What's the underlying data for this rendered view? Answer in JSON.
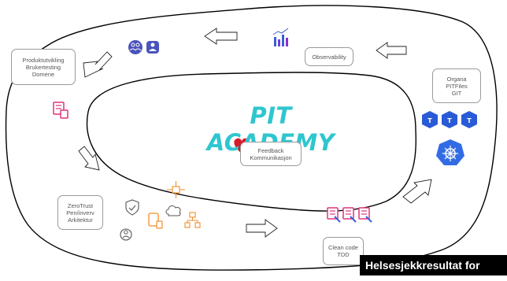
{
  "title": "PIT ACADEMY",
  "boxes": {
    "produkt": [
      "Produktutvikling",
      "Brukertesting",
      "Domene"
    ],
    "observability": [
      "Observability"
    ],
    "organa": [
      "Organa",
      "PITFiles",
      "GIT"
    ],
    "feedback": [
      "Feedback",
      "Kommunikasjon"
    ],
    "zerotrust": [
      "ZeroTrust",
      "Pen/inverv",
      "Arkitektur"
    ],
    "cleancode": [
      "Clean code",
      "TDD"
    ]
  },
  "banner": "Helsesjekkresultat for",
  "colors": {
    "title": "#2ec6cf",
    "teams_blue": "#4b53bc",
    "chart_blue": "#3a5dd9",
    "kubernetes_blue": "#326ce5",
    "checklist_pink": "#e0347a",
    "security_orange": "#f28c28",
    "heart_red": "#d81b2a"
  },
  "icons": [
    "people-icon",
    "person-icon",
    "bar-chart-icon",
    "checklist-icon",
    "terraform-icon",
    "kubernetes-icon",
    "heart-icon",
    "shield-icon",
    "user-lock-icon",
    "network-icon",
    "cloud-icon",
    "device-icon",
    "hierarchy-icon",
    "arrow-icon"
  ]
}
